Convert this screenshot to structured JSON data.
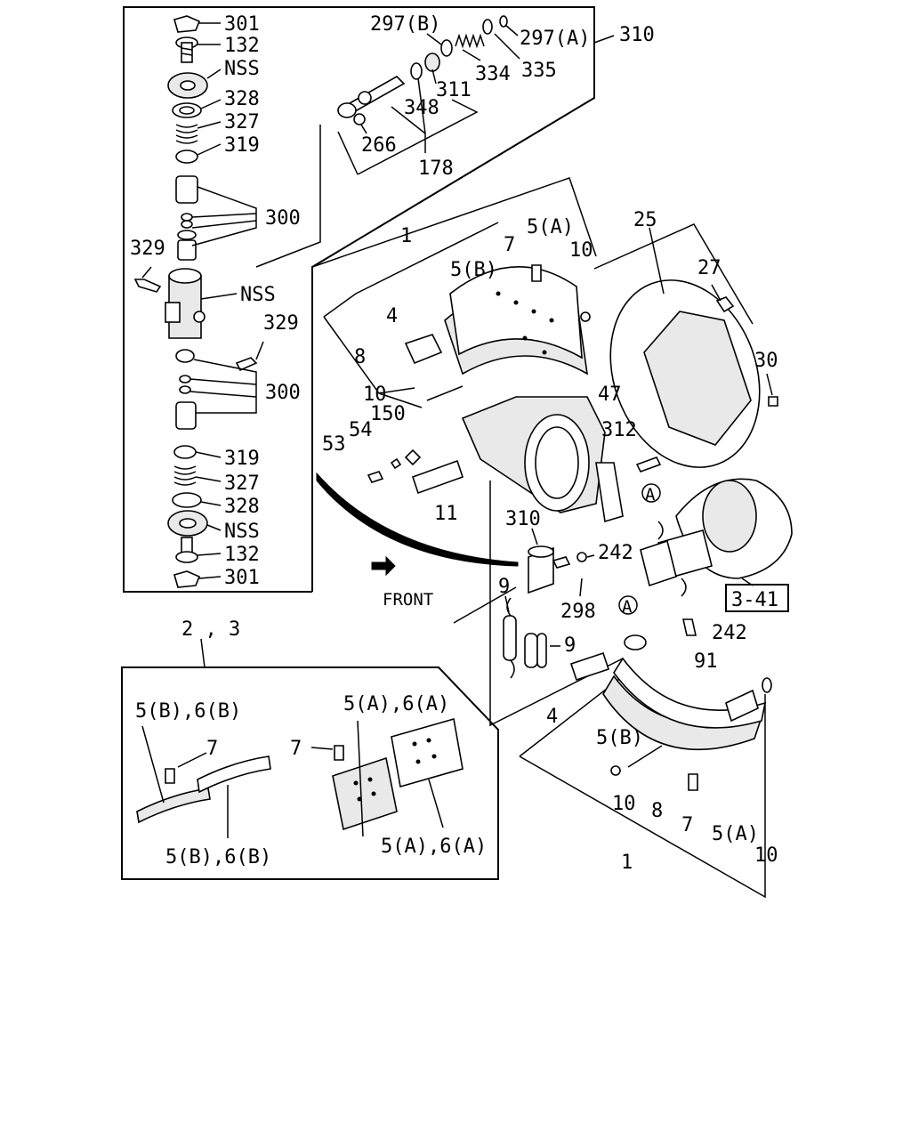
{
  "labels": {
    "l301a": "301",
    "l132a": "132",
    "lnssa": "NSS",
    "l328a": "328",
    "l327a": "327",
    "l319a": "319",
    "l300a": "300",
    "l329a": "329",
    "lnssb": "NSS",
    "l329b": "329",
    "l300b": "300",
    "l319b": "319",
    "l327b": "327",
    "l328b": "328",
    "lnssc": "NSS",
    "l132b": "132",
    "l301b": "301",
    "l297b": "297(B)",
    "l297a": "297(A)",
    "l310a": "310",
    "l311": "311",
    "l334": "334",
    "l335": "335",
    "l348": "348",
    "l266": "266",
    "l178": "178",
    "l1a": "1",
    "l5aa": "5(A)",
    "l7a": "7",
    "l10a": "10",
    "l5ba": "5(B)",
    "l4a": "4",
    "l8a": "8",
    "l10b": "10",
    "l25": "25",
    "l27": "27",
    "l30": "30",
    "l47": "47",
    "l150": "150",
    "l54": "54",
    "l53": "53",
    "l312": "312",
    "lAa": "A",
    "l11": "11",
    "l310b": "310",
    "l242a": "242",
    "l298": "298",
    "lAb": "A",
    "l341": "3-41",
    "l242b": "242",
    "l91": "91",
    "l9a": "9",
    "l9b": "9",
    "l4b": "4",
    "l5bb": "5(B)",
    "l10c": "10",
    "l8b": "8",
    "l7b": "7",
    "l5ab": "5(A)",
    "l10d": "10",
    "l1b": "1",
    "lfront": "FRONT",
    "l23": "2 , 3",
    "l5b6b_a": "5(B),6(B)",
    "l7c": "7",
    "l7d": "7",
    "l5a6a_a": "5(A),6(A)",
    "l5b6b_b": "5(B),6(B)",
    "l5a6a_b": "5(A),6(A)"
  }
}
